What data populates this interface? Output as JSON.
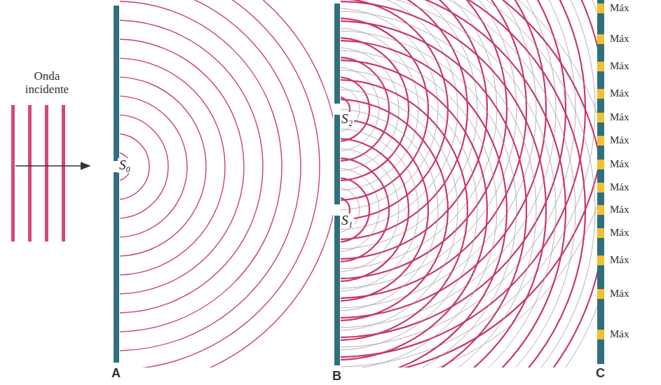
{
  "diagram": {
    "labels": [
      "Onda incidente",
      "S₀",
      "S₂",
      "S₁",
      "A",
      "B",
      "C",
      "Máx",
      "Máx",
      "Máx",
      "Máx",
      "Máx",
      "Máx",
      "Máx",
      "Máx",
      "Máx",
      "Máx",
      "Máx",
      "Máx",
      "Máx"
    ]
  }
}
